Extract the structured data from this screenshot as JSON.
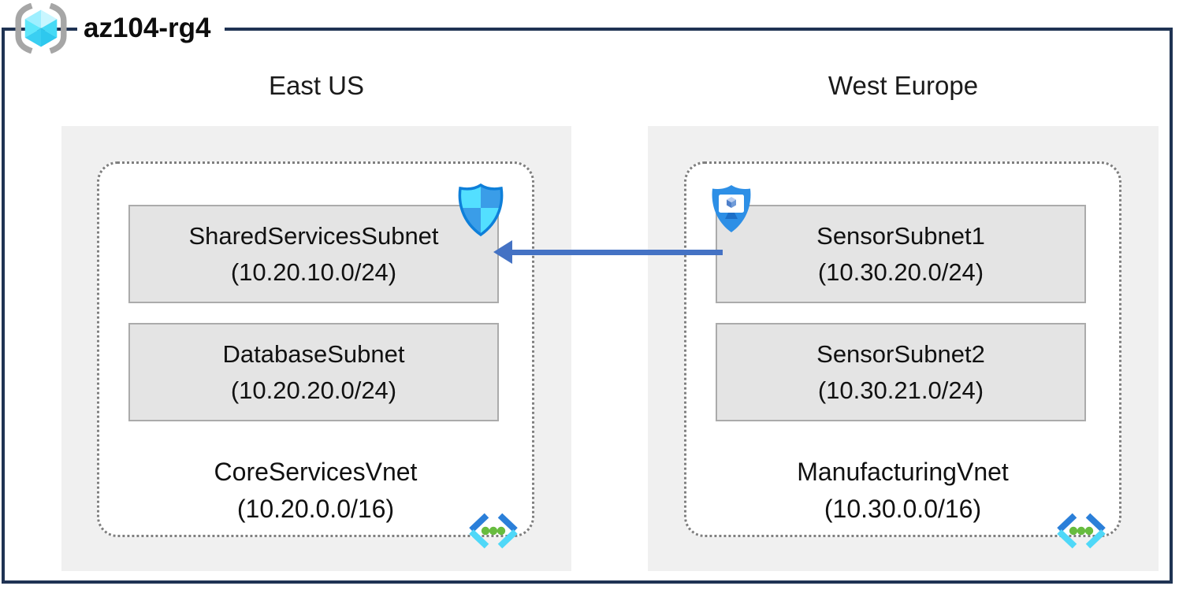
{
  "resource_group": {
    "name": "az104-rg4"
  },
  "regions": [
    {
      "name": "East US",
      "vnet_name": "CoreServicesVnet",
      "vnet_cidr": "(10.20.0.0/16)",
      "subnets": [
        {
          "name": "SharedServicesSubnet",
          "cidr": "(10.20.10.0/24)"
        },
        {
          "name": "DatabaseSubnet",
          "cidr": "(10.20.20.0/24)"
        }
      ],
      "badge_icon": "defender-shield-icon"
    },
    {
      "name": "West Europe",
      "vnet_name": "ManufacturingVnet",
      "vnet_cidr": "(10.30.0.0/16)",
      "subnets": [
        {
          "name": "SensorSubnet1",
          "cidr": "(10.30.20.0/24)"
        },
        {
          "name": "SensorSubnet2",
          "cidr": "(10.30.21.0/24)"
        }
      ],
      "badge_icon": "shielded-device-icon"
    }
  ],
  "connection": {
    "from": "SensorSubnet1",
    "to": "SharedServicesSubnet",
    "direction": "right-to-left",
    "color": "#4472C4"
  },
  "colors": {
    "outer_border": "#1F3353",
    "region_panel": "#F0F0F0",
    "subnet_fill": "#E4E4E4",
    "subnet_border": "#ABABAB",
    "vnet_dotted_border": "#7F7F7F",
    "arrow": "#4472C4",
    "shield_cyan": "#53DFFF",
    "shield_blue": "#3A9DE8",
    "shield_outline": "#0E7FD9",
    "device_shield_fill": "#2D8FE6",
    "chevron_dark": "#2B7FD9",
    "chevron_light": "#4FD8F8",
    "vnet_dot_green": "#67BC3E",
    "rg_bracket_gray": "#A6A6A6"
  }
}
